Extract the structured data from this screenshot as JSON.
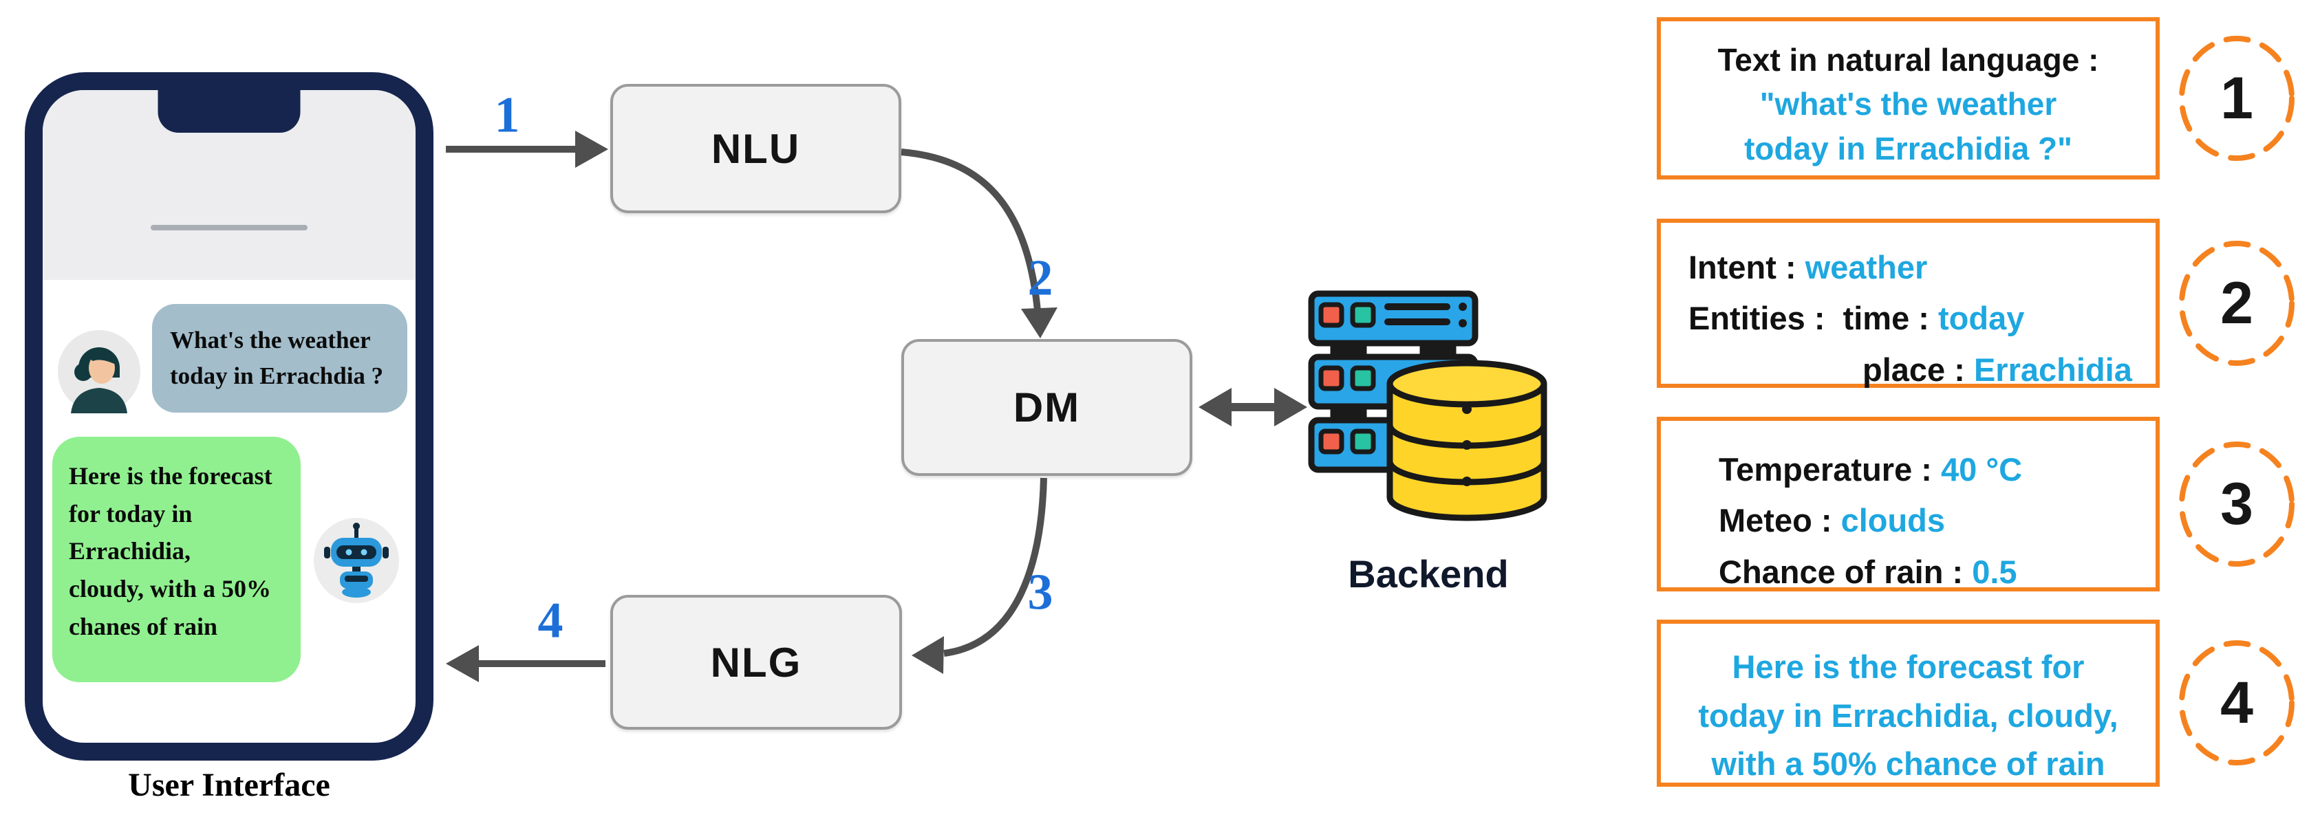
{
  "phone": {
    "label": "User Interface",
    "user_message": {
      "line1": "What's the weather",
      "line2": "today in Errachdia ?"
    },
    "bot_message": {
      "line1": "Here is the forecast",
      "line2": "for today in",
      "line3": "Errachidia,",
      "line4": "cloudy, with a 50%",
      "line5": "chanes of rain"
    }
  },
  "pipeline": {
    "nlu_label": "NLU",
    "dm_label": "DM",
    "nlg_label": "NLG",
    "backend_label": "Backend",
    "step1": "1",
    "step2": "2",
    "step3": "3",
    "step4": "4"
  },
  "annotations": {
    "box1": {
      "number": "1",
      "line1": "Text in natural language :",
      "line2": "\"what's the weather",
      "line3": "today in Errachidia ?\""
    },
    "box2": {
      "number": "2",
      "l1_label": "Intent : ",
      "l1_value": "weather",
      "l2_label": "Entities :  time : ",
      "l2_value": "today",
      "l3_label": "place : ",
      "l3_value": "Errachidia"
    },
    "box3": {
      "number": "3",
      "l1_label": "Temperature : ",
      "l1_value": "40 °C",
      "l2_label": "Meteo : ",
      "l2_value": "clouds",
      "l3_label": "Chance of rain : ",
      "l3_value": "0.5"
    },
    "box4": {
      "number": "4",
      "line1": "Here is the forecast for",
      "line2": "today in Errachidia, cloudy,",
      "line3": "with a 50% chance of rain"
    }
  },
  "colors": {
    "accent_orange": "#F5821F",
    "accent_blue": "#1EA7E0",
    "number_blue": "#1D6FD8",
    "phone_navy": "#16254E",
    "user_bubble": "#A3BDCB",
    "bot_bubble": "#90F08F",
    "arrow_gray": "#4F4F4F"
  }
}
